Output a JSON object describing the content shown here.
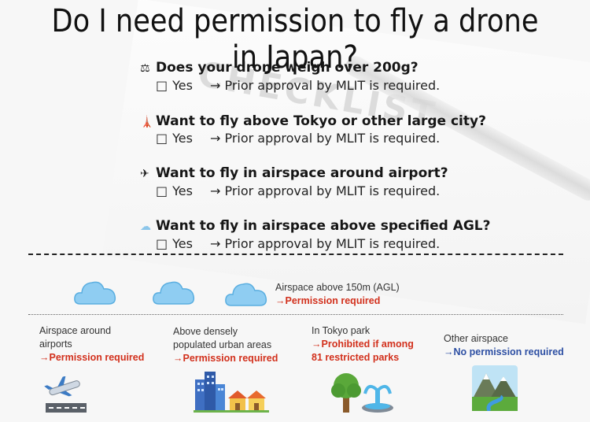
{
  "title": "Do I need permission to fly a drone in Japan?",
  "background_word": "CHECKLIST",
  "questions": [
    {
      "icon": "scale-icon",
      "glyph": "⚖",
      "text": "Does your drone weigh over 200g?",
      "option": "Yes",
      "result": "→ Prior approval by MLIT is required."
    },
    {
      "icon": "tower-icon",
      "glyph": "🗼",
      "text": "Want to fly above Tokyo or other large city?",
      "option": "Yes",
      "result": "→ Prior approval by MLIT is required."
    },
    {
      "icon": "airplane-icon",
      "glyph": "✈",
      "text": "Want to fly in airspace around airport?",
      "option": "Yes",
      "result": "→ Prior approval by MLIT is required."
    },
    {
      "icon": "cloud-icon",
      "glyph": "☁",
      "text": "Want to fly in airspace above specified AGL?",
      "option": "Yes",
      "result": "→ Prior approval by MLIT is required."
    }
  ],
  "checkbox_glyph": "□",
  "zones": {
    "agl": {
      "line1": "Airspace above 150m (AGL)",
      "status": "→Permission required"
    },
    "airports": {
      "line1": "Airspace around",
      "line2": "airports",
      "status": "→Permission required"
    },
    "urban": {
      "line1": "Above densely",
      "line2": "populated urban areas",
      "status": "→Permission required"
    },
    "park": {
      "line1": "In Tokyo park",
      "status1": "→Prohibited if among",
      "status2": "81 restricted parks"
    },
    "other": {
      "line1": "Other airspace",
      "status": "→No permission required"
    }
  },
  "colors": {
    "red": "#d2301c",
    "blue": "#2d4fa3"
  }
}
